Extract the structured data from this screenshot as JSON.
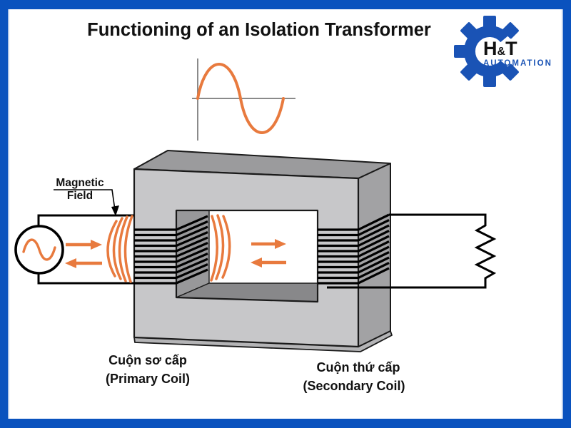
{
  "frame": {
    "border_color": "#0A52BE",
    "inner_line_color": "#B3C8EA"
  },
  "header": {
    "title": "Functioning of an Isolation Transformer"
  },
  "logo": {
    "h": "H",
    "amp": "&",
    "t": "T",
    "subtitle": "AUTOMATION",
    "gear_icon": "gear-icon",
    "gear_color": "#1A53B5",
    "text_color": "#111111",
    "subtitle_color": "#1A53B5"
  },
  "waveform": {
    "description": "one full AC sine cycle above the transformer",
    "color": "#E87A3E",
    "axis_color": "#8A8A8A"
  },
  "diagram": {
    "magnetic_field_label": {
      "line1": "Magnetic",
      "line2": "Field"
    },
    "primary_label": {
      "line1": "Cuộn sơ cấp",
      "line2": "(Primary Coil)"
    },
    "secondary_label": {
      "line1": "Cuộn thứ cấp",
      "line2": "(Secondary Coil)"
    },
    "colors": {
      "orange": "#E87A3E",
      "core_front": "#C7C7C9",
      "core_top": "#9B9B9D",
      "core_side": "#A2A2A4",
      "core_inner_wall": "#98989A",
      "core_inner_bottom": "#88888A",
      "core_bottom_sliver": "#B4B4B6",
      "wire": "#000000"
    }
  }
}
